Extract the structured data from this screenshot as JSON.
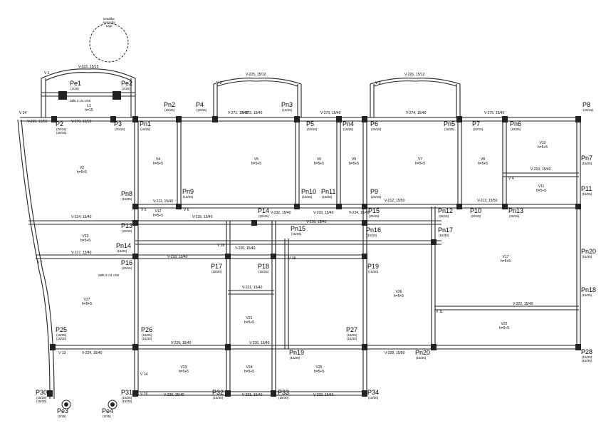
{
  "pillars": [
    {
      "name": "Pe1",
      "dim": "(2/25)"
    },
    {
      "name": "Pe2",
      "dim": "(2/25)"
    },
    {
      "name": "P2",
      "dim": "(20/15)\n(40/15)"
    },
    {
      "name": "P3",
      "dim": "(20/15)"
    },
    {
      "name": "Pn1",
      "dim": "(15/25)"
    },
    {
      "name": "Pn2",
      "dim": "(15/25)"
    },
    {
      "name": "P4",
      "dim": "(20/15)"
    },
    {
      "name": "Pn3",
      "dim": "(15/25)"
    },
    {
      "name": "P5",
      "dim": "(20/15)"
    },
    {
      "name": "Pn4",
      "dim": "(15/25)"
    },
    {
      "name": "P6",
      "dim": "(20/15)"
    },
    {
      "name": "Pn5",
      "dim": "(15/25)"
    },
    {
      "name": "P7",
      "dim": "(20/15)"
    },
    {
      "name": "Pn6",
      "dim": "(15/25)"
    },
    {
      "name": "P8",
      "dim": "(20/15)"
    },
    {
      "name": "Pn7",
      "dim": "(15/25)"
    },
    {
      "name": "Pn8",
      "dim": "(15/25)"
    },
    {
      "name": "Pn9",
      "dim": "(15/25)"
    },
    {
      "name": "Pn10",
      "dim": "(15/25)"
    },
    {
      "name": "Pn11",
      "dim": "(15/25)"
    },
    {
      "name": "P9",
      "dim": "(20/15)"
    },
    {
      "name": "Pn12",
      "dim": "(25/15)"
    },
    {
      "name": "P10",
      "dim": "(20/15)"
    },
    {
      "name": "Pn13",
      "dim": "(25/15)"
    },
    {
      "name": "P11",
      "dim": "(15/25)"
    },
    {
      "name": "P13",
      "dim": "(20/15)"
    },
    {
      "name": "P14",
      "dim": "(20/15)"
    },
    {
      "name": "Pn15",
      "dim": "(15/25)"
    },
    {
      "name": "P15",
      "dim": "(20/15)"
    },
    {
      "name": "Pn16",
      "dim": "(15/25)"
    },
    {
      "name": "Pn17",
      "dim": "(15/30)"
    },
    {
      "name": "Pn14",
      "dim": "(15/25)"
    },
    {
      "name": "P16",
      "dim": "(20/15)"
    },
    {
      "name": "P17",
      "dim": "(15/20)"
    },
    {
      "name": "P18",
      "dim": "(15/25)"
    },
    {
      "name": "P19",
      "dim": "(15/30)"
    },
    {
      "name": "Pn20",
      "dim": "(15/30)"
    },
    {
      "name": "Pn18",
      "dim": "(15/25)"
    },
    {
      "name": "P25",
      "dim": "(15/25)\n(15/30)"
    },
    {
      "name": "P26",
      "dim": "(15/25)\n(15/30)"
    },
    {
      "name": "P27",
      "dim": "(15/25)\n(15/30)"
    },
    {
      "name": "Pn19",
      "dim": "(15/25)"
    },
    {
      "name": "Pn20",
      "dim": "(15/25)"
    },
    {
      "name": "P28",
      "dim": "(15/25)\n(15/30)"
    },
    {
      "name": "P30",
      "dim": "(15/25)\n(15/30)"
    },
    {
      "name": "P31",
      "dim": "(15/25)\n(15/30)"
    },
    {
      "name": "P32",
      "dim": "(15/30)"
    },
    {
      "name": "P33",
      "dim": "(15/30)"
    },
    {
      "name": "P34",
      "dim": "(15/30)"
    },
    {
      "name": "Pe3",
      "dim": "(2/25)"
    },
    {
      "name": "Pe4",
      "dim": "(2/25)"
    }
  ],
  "beams": [
    "V 1",
    "V-222, 15/15",
    "V-270, 15/50",
    "V-269, 15/50",
    "V 24",
    "V-271, 15/40",
    "V-272, 15/40",
    "V-273, 15/40",
    "V-274, 15/40",
    "V-275, 15/40",
    "V-225, 15/12",
    "V-226, 15/12",
    "V 2",
    "V 3",
    "V-210, 15/40",
    "V-211, 15/40",
    "V-212, 15/50",
    "V-213, 15/50",
    "V-214, 15/40",
    "V-215, 15/40",
    "V-216, 15/40",
    "V-217, 15/40",
    "V-218, 15/40",
    "V-220, 15/40",
    "V-221, 15/40",
    "V-222, 15/40",
    "V-224, 15/40",
    "V-226, 15/40",
    "V-228, 15/50",
    "V-229, 15/40",
    "V-230, 15/40",
    "V-231, 15/40",
    "V-232, 15/40",
    "V 4",
    "V 5",
    "V 6",
    "V 7",
    "V 11",
    "V 13",
    "V 14",
    "V 15",
    "V 16",
    "V 19",
    "V-232, 15/40",
    "V-233, 15/40",
    "V-234, 15/40"
  ],
  "slabs": [
    {
      "name": "L1",
      "h": "h=15"
    },
    {
      "name": "V2",
      "h": "h=5+5"
    },
    {
      "name": "V4",
      "h": "h=5+5"
    },
    {
      "name": "V5",
      "h": "h=5+5"
    },
    {
      "name": "V6",
      "h": "h=5+5"
    },
    {
      "name": "V7",
      "h": "h=5+5"
    },
    {
      "name": "V8",
      "h": "h=5+5"
    },
    {
      "name": "V9",
      "h": "h=5+5"
    },
    {
      "name": "V10",
      "h": "h=5+5"
    },
    {
      "name": "V11",
      "h": "h=5+5"
    },
    {
      "name": "V12",
      "h": "h=5+5"
    },
    {
      "name": "V13",
      "h": "h=5+5"
    },
    {
      "name": "V17",
      "h": "h=5+5"
    },
    {
      "name": "V21",
      "h": "h=5+5"
    },
    {
      "name": "V22",
      "h": "h=5+5"
    },
    {
      "name": "V23",
      "h": "h=5+5"
    },
    {
      "name": "V24",
      "h": "h=5+5"
    },
    {
      "name": "V25",
      "h": "h=5+5"
    },
    {
      "name": "V26",
      "h": "h=5+5"
    },
    {
      "name": "V27",
      "h": "h=5+5"
    }
  ],
  "detail": {
    "title": "Detalhe",
    "subtitle": "Armação",
    "sub2": "Laje"
  },
  "notes": {
    "n1": "2Ø6.3 c/4 c/50",
    "n2": "2Ø6.3 c/4 c/50"
  }
}
